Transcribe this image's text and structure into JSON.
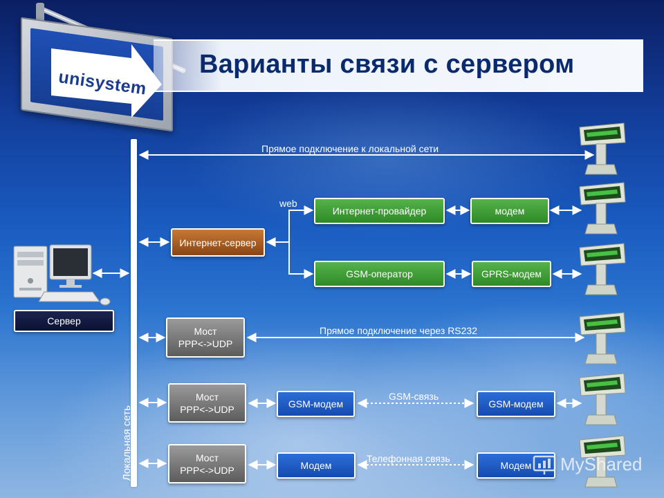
{
  "title": "Варианты связи с сервером",
  "logo": {
    "text": "unisystem"
  },
  "network_label": "Локальная сеть",
  "server": {
    "label": "Сервер"
  },
  "row_direct_lan": {
    "label": "Прямое подключение к локальной сети"
  },
  "internet": {
    "server_label": "Интернет-сервер",
    "web_label": "web",
    "provider_label": "Интернет-провайдер",
    "modem_label": "модем",
    "gsm_operator_label": "GSM-оператор",
    "gprs_modem_label": "GPRS-модем"
  },
  "rs232": {
    "bridge_line1": "Мост",
    "bridge_line2": "PPP<->UDP",
    "link_label": "Прямое подключение через RS232"
  },
  "gsm": {
    "bridge_line1": "Мост",
    "bridge_line2": "PPP<->UDP",
    "left_modem": "GSM-модем",
    "link_label": "GSM-связь",
    "right_modem": "GSM-модем"
  },
  "phone": {
    "bridge_line1": "Мост",
    "bridge_line2": "PPP<->UDP",
    "left_modem": "Модем",
    "link_label": "Телефонная связь",
    "right_modem": "Модем"
  },
  "watermark": "MyShared",
  "icons": [
    "pc-tower-icon",
    "monitor-icon",
    "keyboard-icon",
    "mouse-icon",
    "customer-display-icon",
    "arrow-icon"
  ],
  "colors": {
    "green": "#3a9a32",
    "blue": "#1d5cc4",
    "brown": "#a85f25",
    "gray": "#777777",
    "navy": "#121a40",
    "title": "#0a2a6e"
  }
}
